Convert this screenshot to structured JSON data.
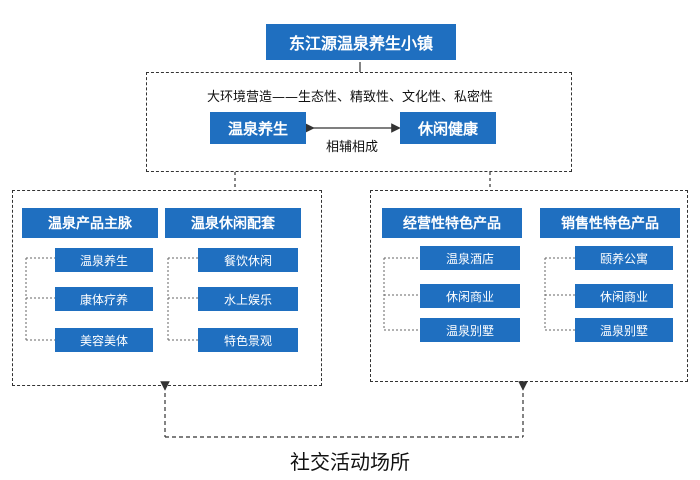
{
  "title": "东江源温泉养生小镇",
  "top_section": {
    "tagline": "大环境营造——生态性、精致性、文化性、私密性",
    "left_box": "温泉养生",
    "right_box": "休闲健康",
    "link_label": "相辅相成"
  },
  "left_group": {
    "col1": {
      "header": "温泉产品主脉",
      "items": [
        "温泉养生",
        "康体疗养",
        "美容美体"
      ]
    },
    "col2": {
      "header": "温泉休闲配套",
      "items": [
        "餐饮休闲",
        "水上娱乐",
        "特色景观"
      ]
    }
  },
  "right_group": {
    "col1": {
      "header": "经营性特色产品",
      "items": [
        "温泉酒店",
        "休闲商业",
        "温泉别墅"
      ]
    },
    "col2": {
      "header": "销售性特色产品",
      "items": [
        "颐养公寓",
        "休闲商业",
        "温泉别墅"
      ]
    }
  },
  "footer": "社交活动场所",
  "colors": {
    "box_blue": "#1f6fc0",
    "dash_border": "#333333"
  }
}
